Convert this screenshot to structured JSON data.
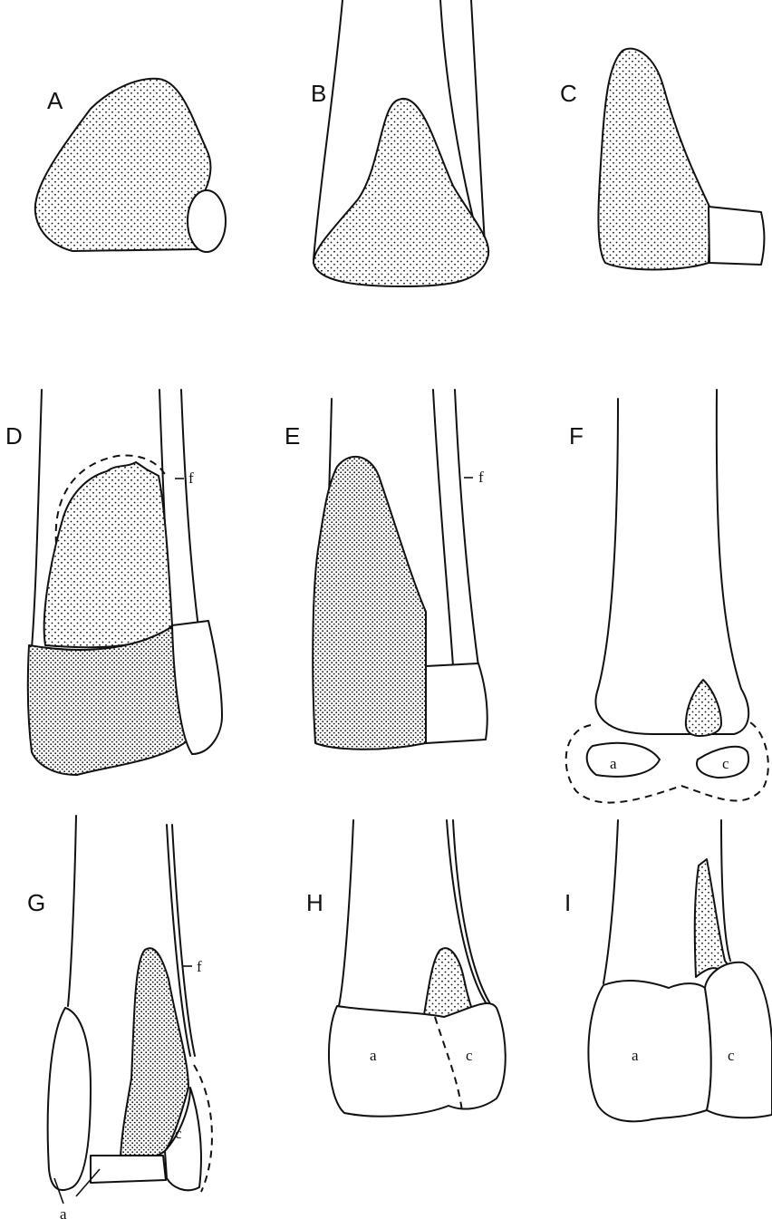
{
  "panels": {
    "A": "A",
    "B": "B",
    "C": "C",
    "D": "D",
    "E": "E",
    "F": "F",
    "G": "G",
    "H": "H",
    "I": "I"
  },
  "markers": {
    "f": "f",
    "a": "a",
    "c": "c"
  }
}
